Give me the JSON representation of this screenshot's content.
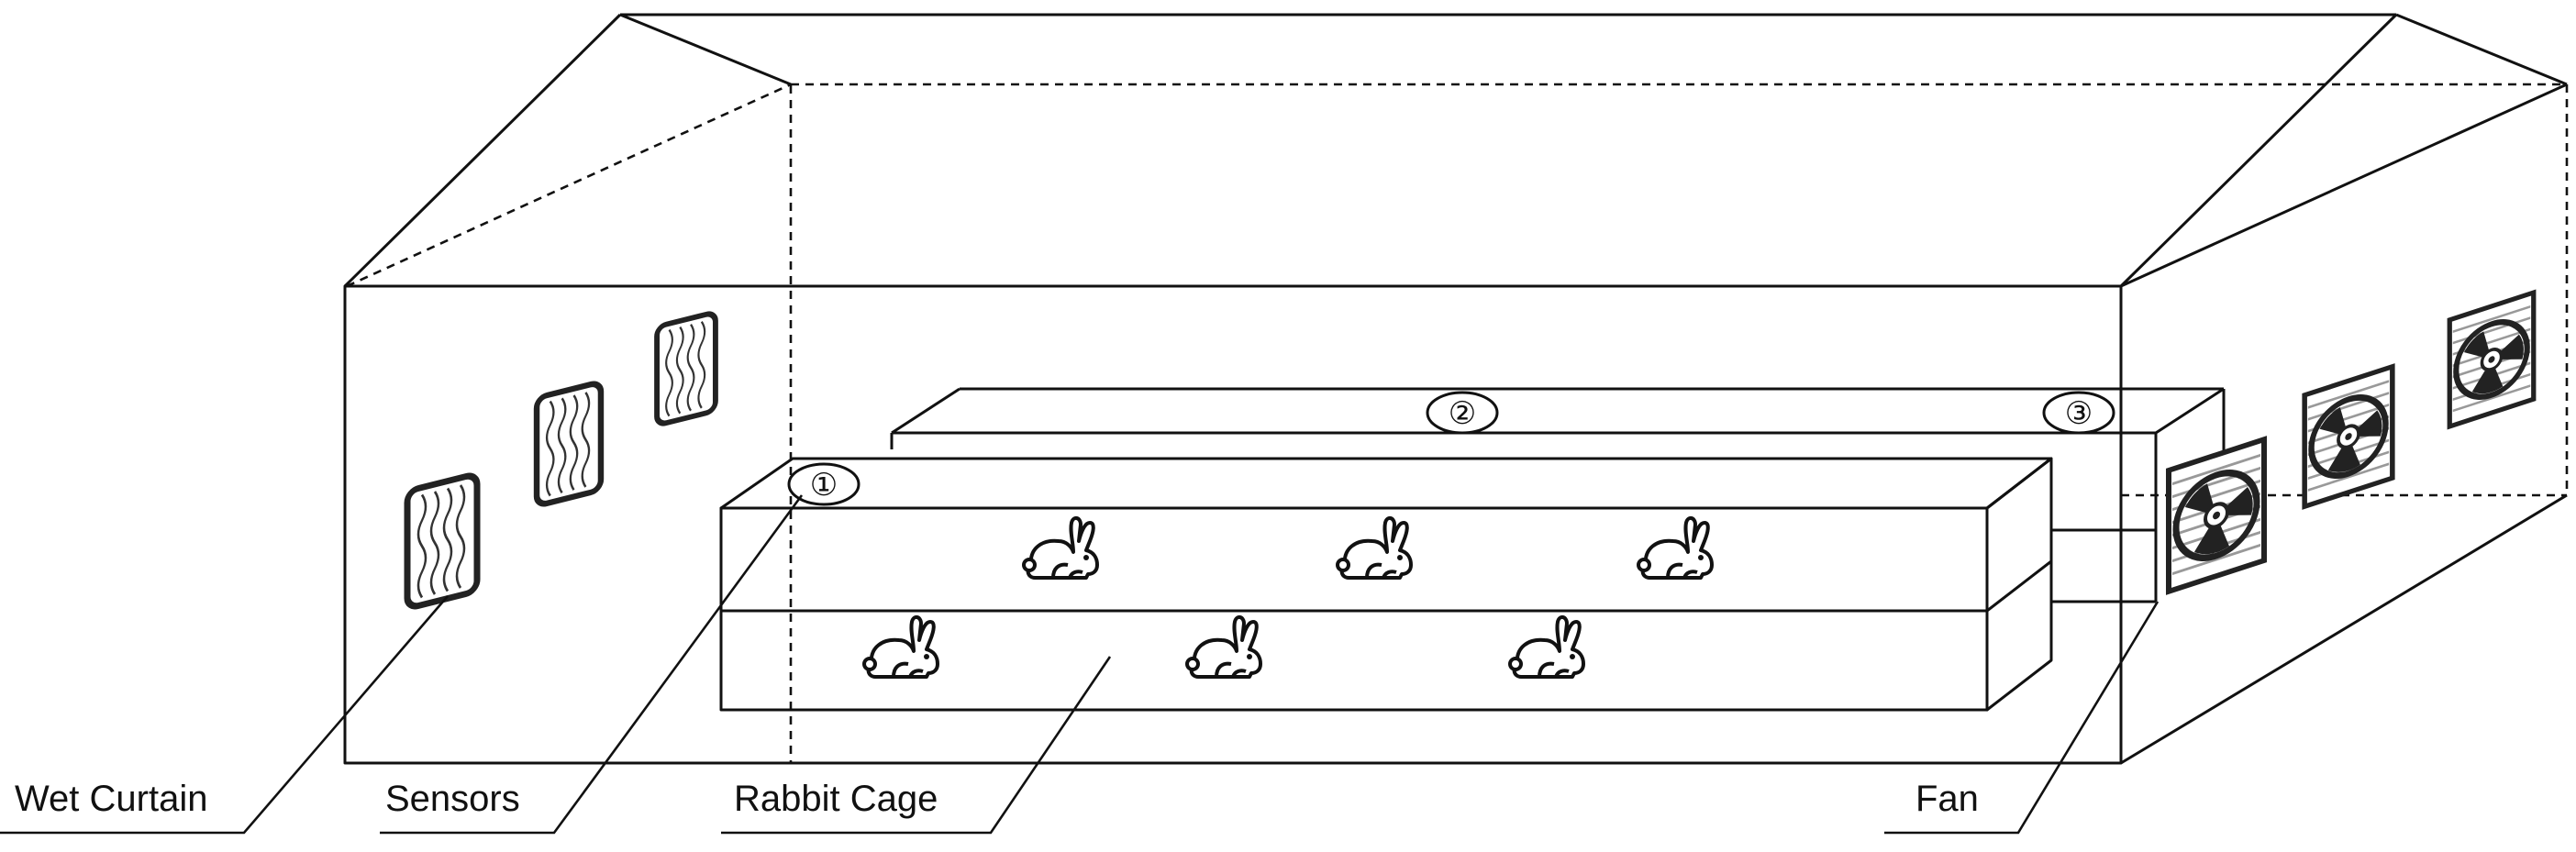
{
  "labels": {
    "wet_curtain": "Wet Curtain",
    "sensors": "Sensors",
    "rabbit_cage": "Rabbit Cage",
    "fan": "Fan"
  },
  "markers": {
    "sensor_1": "①",
    "sensor_2": "②",
    "sensor_3": "③"
  },
  "icons": {
    "rabbit": "rabbit-icon",
    "fan": "fan-icon",
    "wet_curtain": "wet-curtain-pad-icon"
  },
  "colors": {
    "line": "#111111",
    "background": "#ffffff"
  }
}
